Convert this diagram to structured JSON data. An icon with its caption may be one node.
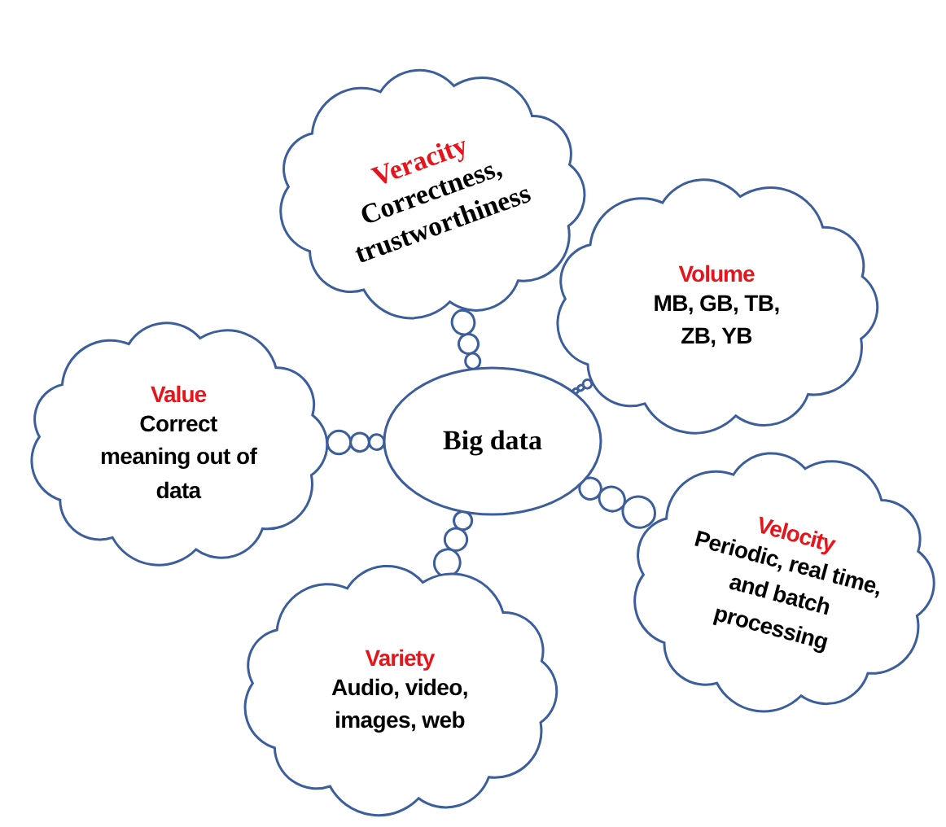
{
  "diagram": {
    "nodes": [
      {
        "text": [
          "Veracity",
          "Correctness, trustworthiness"
        ]
      },
      {
        "text": [
          "Volume",
          "MB, GB, TB, ZB, YB"
        ]
      },
      {
        "text": [
          "Value",
          "Correct meaning out of data"
        ]
      },
      {
        "text": [
          "Big data"
        ]
      },
      {
        "text": [
          "Velocity",
          "Periodic, real time, and batch processing"
        ]
      },
      {
        "text": [
          "Variety",
          "Audio, video, images, web"
        ]
      }
    ],
    "edges": [
      {
        "from": 3,
        "to": 0,
        "arrow": "none"
      },
      {
        "from": 3,
        "to": 1,
        "arrow": "none"
      },
      {
        "from": 3,
        "to": 2,
        "arrow": "none"
      },
      {
        "from": 3,
        "to": 4,
        "arrow": "none"
      },
      {
        "from": 3,
        "to": 5,
        "arrow": "none"
      }
    ]
  }
}
